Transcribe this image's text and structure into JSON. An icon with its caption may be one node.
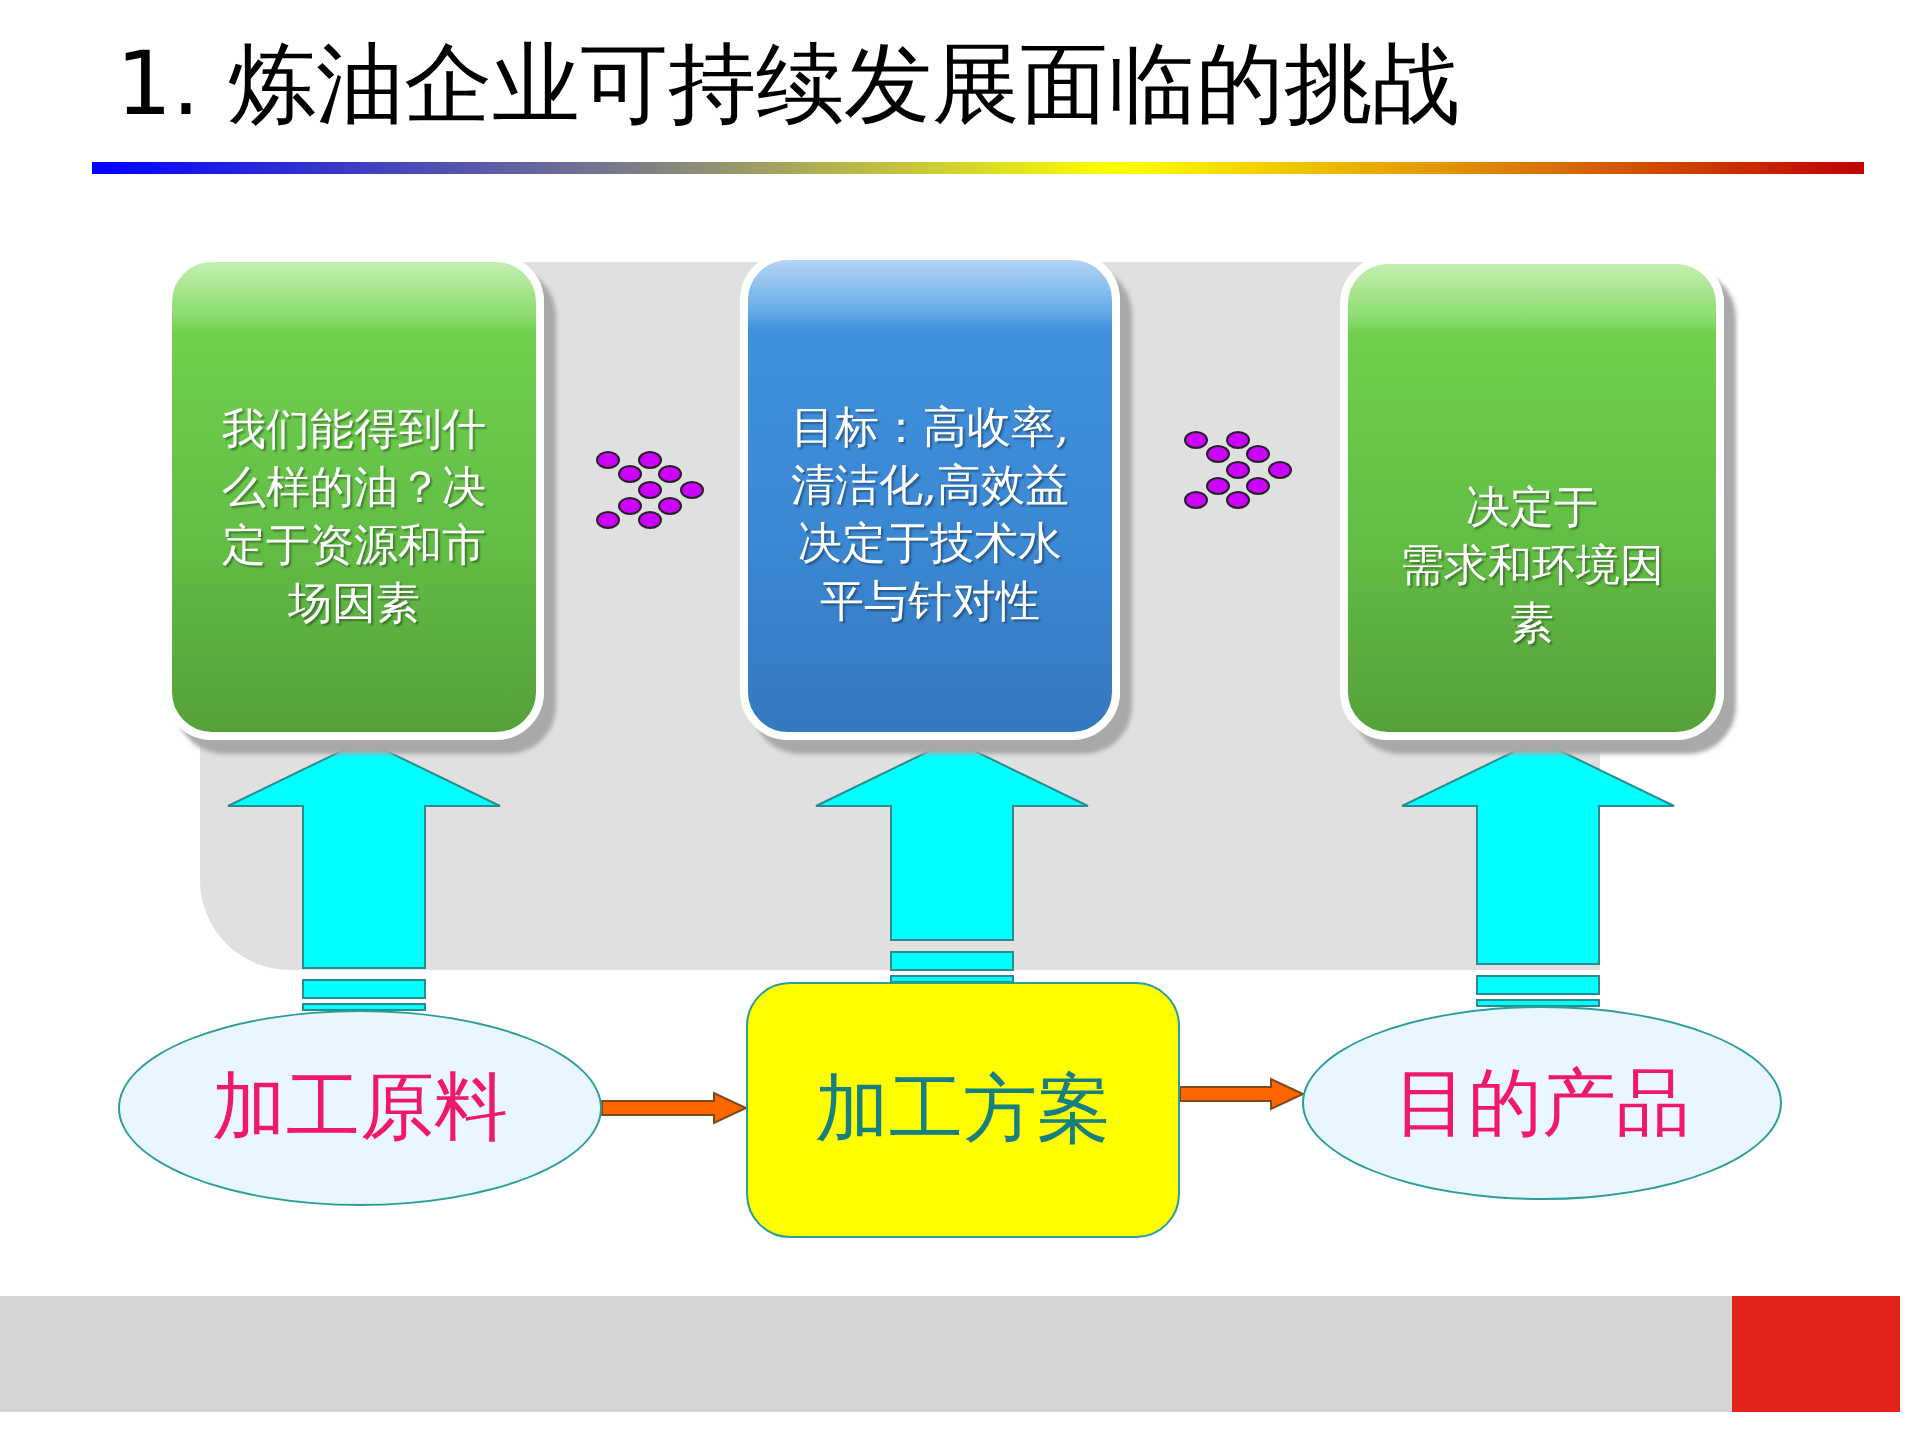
{
  "diagram": {
    "title": "1. 炼油企业可持续发展面临的挑战",
    "nodes": [
      {
        "text": [
          "我们能得到什么样的油？决定于资源和市场因素"
        ]
      },
      {
        "text": [
          "目标：高收率,清洁化,高效益决定于技术水平与针对性"
        ]
      },
      {
        "text": [
          "决定于需求和环境因素"
        ]
      },
      {
        "text": [
          "加工原料"
        ]
      },
      {
        "text": [
          "加工方案"
        ]
      },
      {
        "text": [
          "目的产品"
        ]
      }
    ],
    "edges": [
      {
        "from": 0,
        "to": 1,
        "arrow": "to",
        "style": "dashed",
        "color": "#cc00ff"
      },
      {
        "from": 1,
        "to": 2,
        "arrow": "to",
        "style": "dashed",
        "color": "#cc00ff"
      },
      {
        "from": 3,
        "to": 0,
        "arrow": "to",
        "style": "thick",
        "color": "#00ffff"
      },
      {
        "from": 4,
        "to": 1,
        "arrow": "to",
        "style": "thick",
        "color": "#00ffff"
      },
      {
        "from": 5,
        "to": 2,
        "arrow": "to",
        "style": "thick",
        "color": "#00ffff"
      },
      {
        "from": 3,
        "to": 4,
        "arrow": "to",
        "color": "#ff6600"
      },
      {
        "from": 4,
        "to": 5,
        "arrow": "to",
        "color": "#ff6600"
      }
    ]
  }
}
